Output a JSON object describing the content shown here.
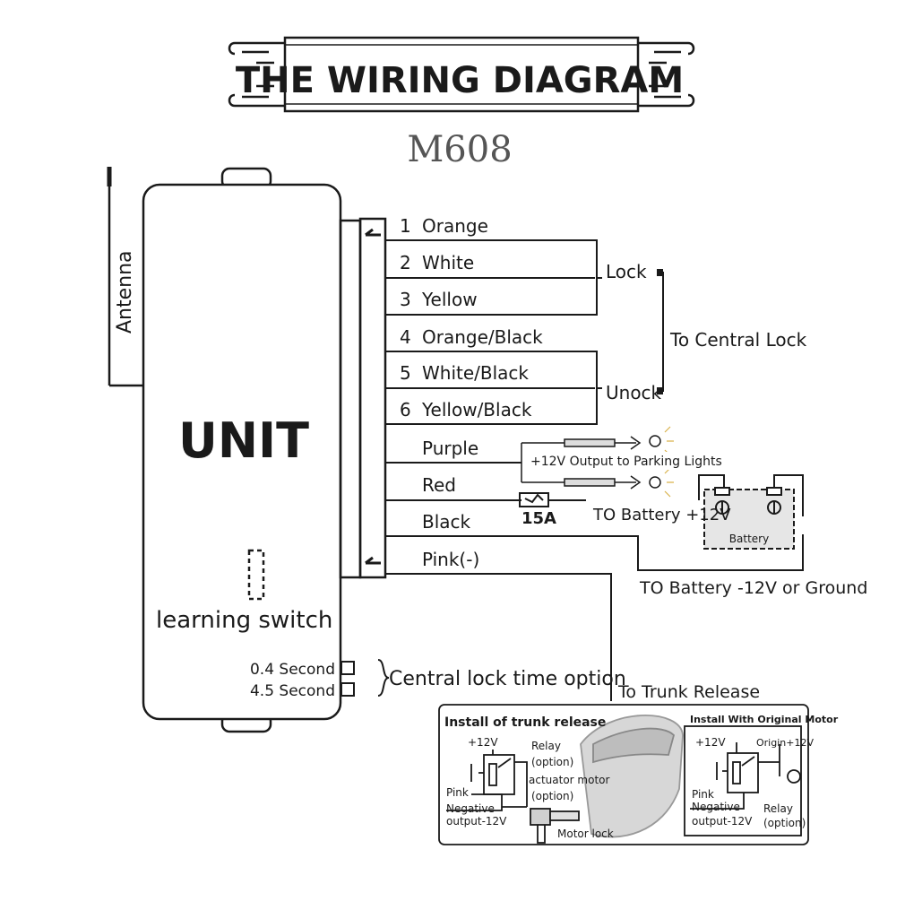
{
  "title": "THE WIRING DIAGRAM",
  "model": "M608",
  "unit": {
    "label": "UNIT",
    "antenna_label": "Antenna",
    "learning_switch_label": "learning switch",
    "time_options": [
      "0.4 Second",
      "4.5 Second"
    ],
    "time_option_caption": "Central lock time option"
  },
  "wires": [
    {
      "num": "1",
      "label": "Orange"
    },
    {
      "num": "2",
      "label": "White"
    },
    {
      "num": "3",
      "label": "Yellow"
    },
    {
      "num": "4",
      "label": "Orange/Black"
    },
    {
      "num": "5",
      "label": "White/Black"
    },
    {
      "num": "6",
      "label": "Yellow/Black"
    },
    {
      "num": "",
      "label": "Purple"
    },
    {
      "num": "",
      "label": "Red"
    },
    {
      "num": "",
      "label": "Black"
    },
    {
      "num": "",
      "label": "Pink(-)"
    }
  ],
  "groups": {
    "lock": "Lock",
    "unlock": "Unock",
    "central_lock": "To Central Lock"
  },
  "connections": {
    "parking_lights": "+12V Output to Parking Lights",
    "fuse": "15A",
    "battery_pos": "TO Battery +12V",
    "battery": "Battery",
    "battery_neg": "TO Battery -12V or Ground",
    "trunk_release": "To Trunk Release"
  },
  "trunk_panel": {
    "left_title": "Install of trunk release",
    "plus12v": "+12V",
    "relay": "Relay",
    "relay_opt": "(option)",
    "actuator": "actuator motor",
    "actuator_opt": "(option)",
    "pink": "Pink",
    "negative": "Negative",
    "output": "output-12V",
    "motor_lock": "Motor lock",
    "right_title": "Install With Original Motor",
    "r_plus12v": "+12V",
    "origin": "Origin+12V",
    "r_pink": "Pink",
    "r_negative": "Negative",
    "r_output": "output-12V",
    "r_relay": "Relay",
    "r_relay_opt": "(option)"
  }
}
